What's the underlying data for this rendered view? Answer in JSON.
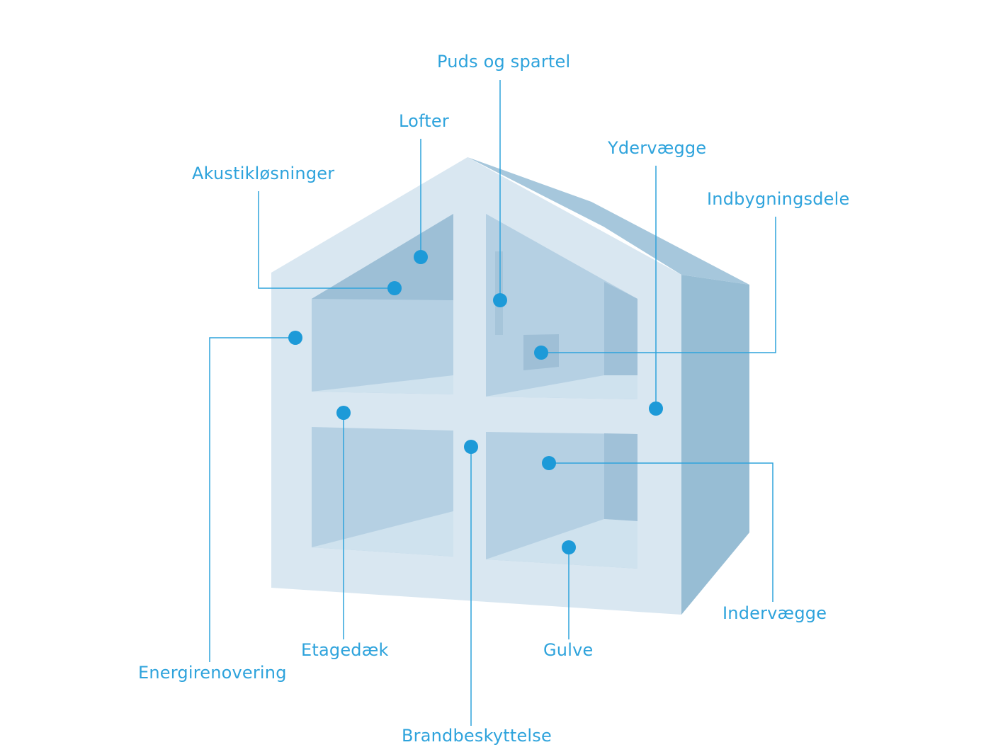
{
  "hotspots": [
    {
      "id": "puds-og-spartel",
      "label": "Puds og spartel"
    },
    {
      "id": "lofter",
      "label": "Lofter"
    },
    {
      "id": "akustikloesninger",
      "label": "Akustikløsninger"
    },
    {
      "id": "ydervaegge",
      "label": "Ydervægge"
    },
    {
      "id": "indbygningsdele",
      "label": "Indbygningsdele"
    },
    {
      "id": "energirenovering",
      "label": "Energirenovering"
    },
    {
      "id": "etagedaek",
      "label": "Etagedæk"
    },
    {
      "id": "brandbeskyttelse",
      "label": "Brandbeskyttelse"
    },
    {
      "id": "gulve",
      "label": "Gulve"
    },
    {
      "id": "indervaegge",
      "label": "Indervægge"
    }
  ],
  "colors": {
    "accent": "#2ea3dc",
    "wall_front": "#d8e6f0",
    "wall_side": "#97bdd4",
    "roof_side": "#a6c7dc",
    "room_back": "#b4cfe2"
  }
}
